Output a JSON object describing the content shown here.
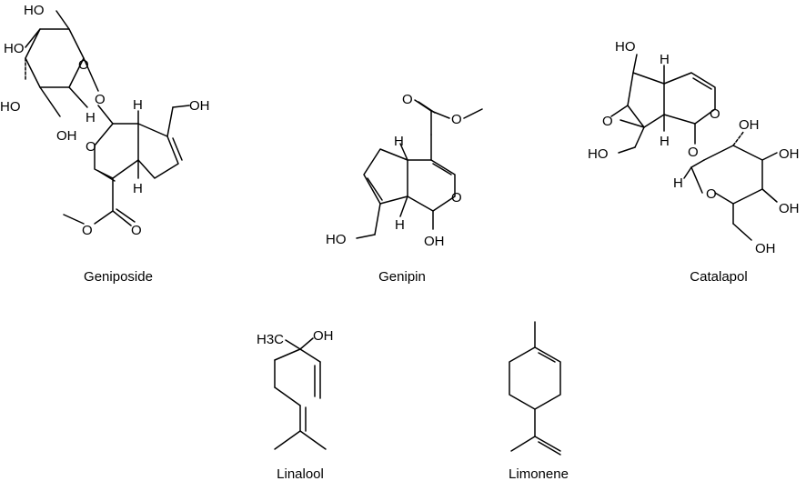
{
  "molecules": [
    {
      "id": "geniposide",
      "caption": "Geniposide",
      "atom_labels": {
        "ho_top": "HO",
        "ho_left": "HO",
        "ho_lower": "HO",
        "oh_low": "OH",
        "h_anomeric": "H",
        "o_glyco": "O",
        "o_ring_sugar": "O",
        "oh_ch2": "OH",
        "h_top": "H",
        "o_pyran": "O",
        "h_bottom": "H",
        "o_ester": "O",
        "o_carbonyl": "O"
      }
    },
    {
      "id": "genipin",
      "caption": "Genipin",
      "atom_labels": {
        "o_carbonyl": "O",
        "o_ester": "O",
        "h_top": "H",
        "o_ring": "O",
        "ho_ch2": "HO",
        "h_bottom": "H",
        "oh": "OH"
      }
    },
    {
      "id": "catalapol",
      "caption": "Catalapol",
      "atom_labels": {
        "ho_top": "HO",
        "h_top": "H",
        "o_epoxide": "O",
        "o_ring": "O",
        "h_mid": "H",
        "ho_ch2": "HO",
        "o_glyco": "O",
        "oh_1": "OH",
        "oh_2": "OH",
        "h_anomeric": "H",
        "o_ring_sugar": "O",
        "oh_3": "OH",
        "oh_4": "OH"
      }
    },
    {
      "id": "linalool",
      "caption": "Linalool",
      "atom_labels": {
        "h3c": "H3C",
        "oh": "OH"
      }
    },
    {
      "id": "limonene",
      "caption": "Limonene",
      "atom_labels": {}
    }
  ]
}
